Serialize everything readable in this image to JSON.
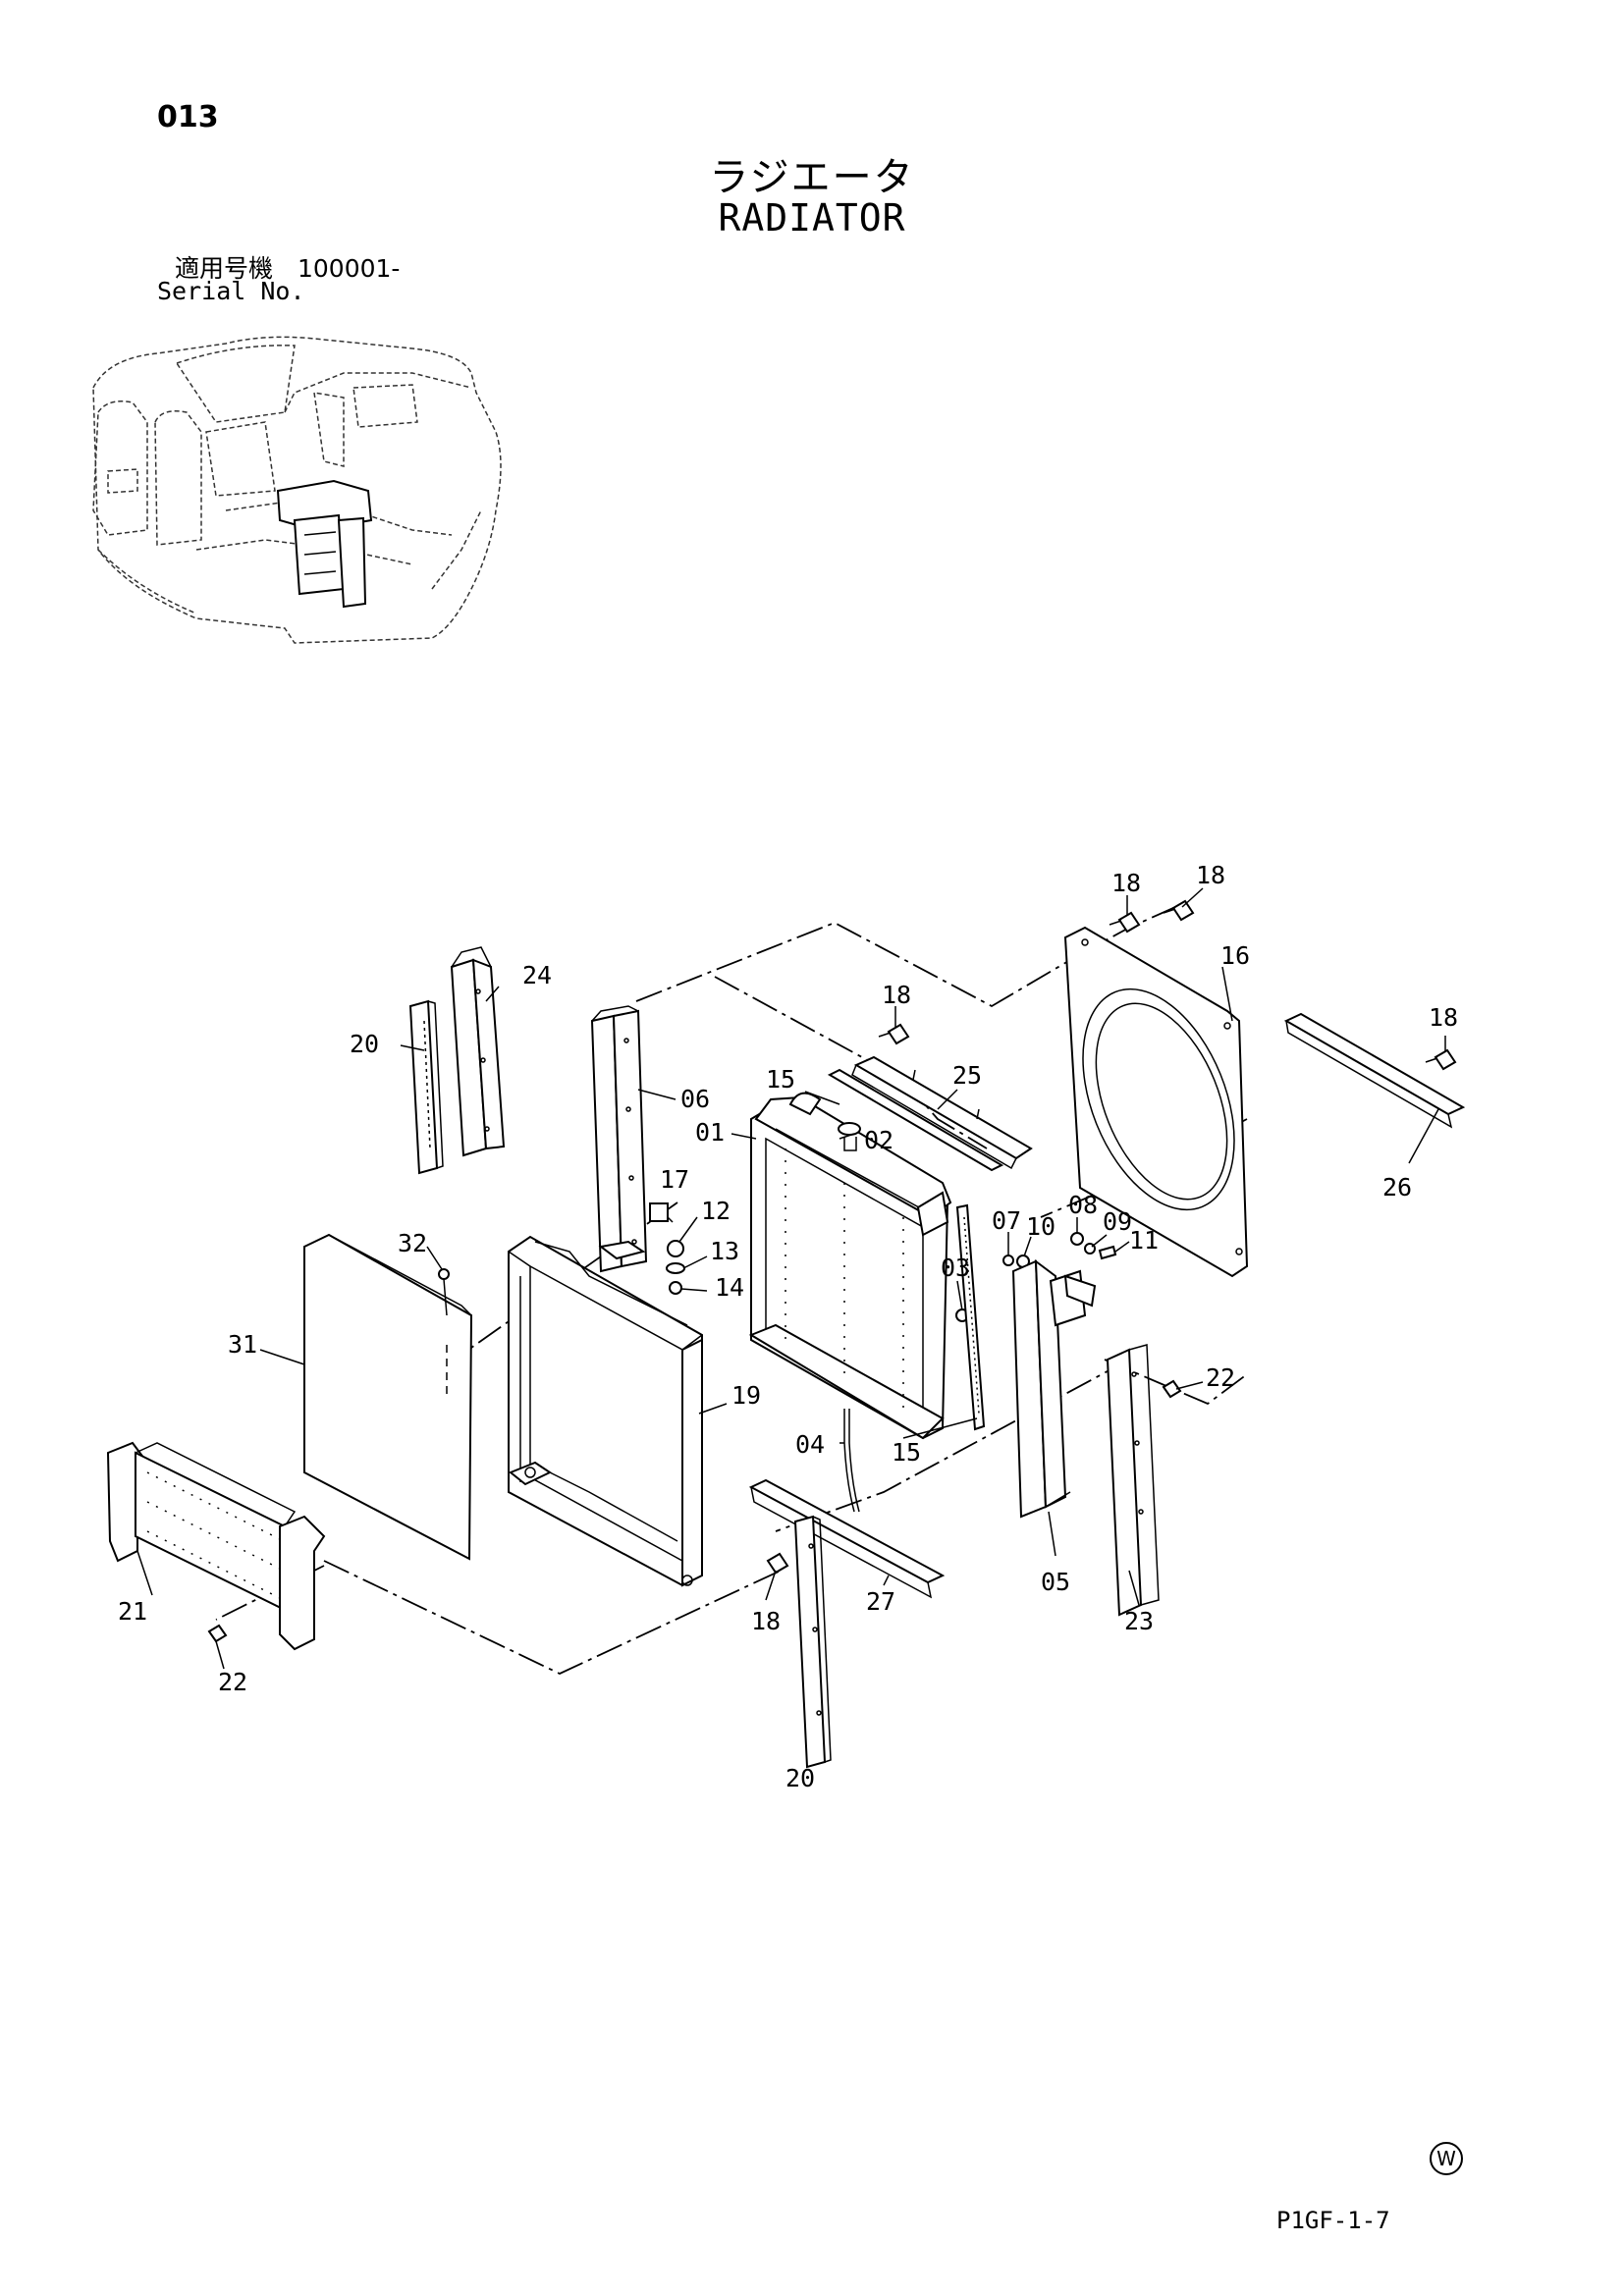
{
  "header": {
    "page_number": "013",
    "title_ja": "ラジエータ",
    "title_en": "RADIATOR",
    "serial_label_ja": "適用号機　100001-",
    "serial_label_en": "Serial No."
  },
  "footer": {
    "watermark": "W",
    "page_code": "P1GF-1-7"
  },
  "callouts": {
    "c01": "01",
    "c02": "02",
    "c03": "03",
    "c04": "04",
    "c05": "05",
    "c06": "06",
    "c07": "07",
    "c08": "08",
    "c09": "09",
    "c10": "10",
    "c11": "11",
    "c12": "12",
    "c13": "13",
    "c14": "14",
    "c15a": "15",
    "c15b": "15",
    "c16": "16",
    "c17": "17",
    "c18a": "18",
    "c18b": "18",
    "c18c": "18",
    "c18d": "18",
    "c18e": "18",
    "c19": "19",
    "c20a": "20",
    "c20b": "20",
    "c21": "21",
    "c22a": "22",
    "c22b": "22",
    "c23": "23",
    "c24": "24",
    "c25": "25",
    "c26": "26",
    "c27": "27",
    "c31": "31",
    "c32": "32"
  }
}
